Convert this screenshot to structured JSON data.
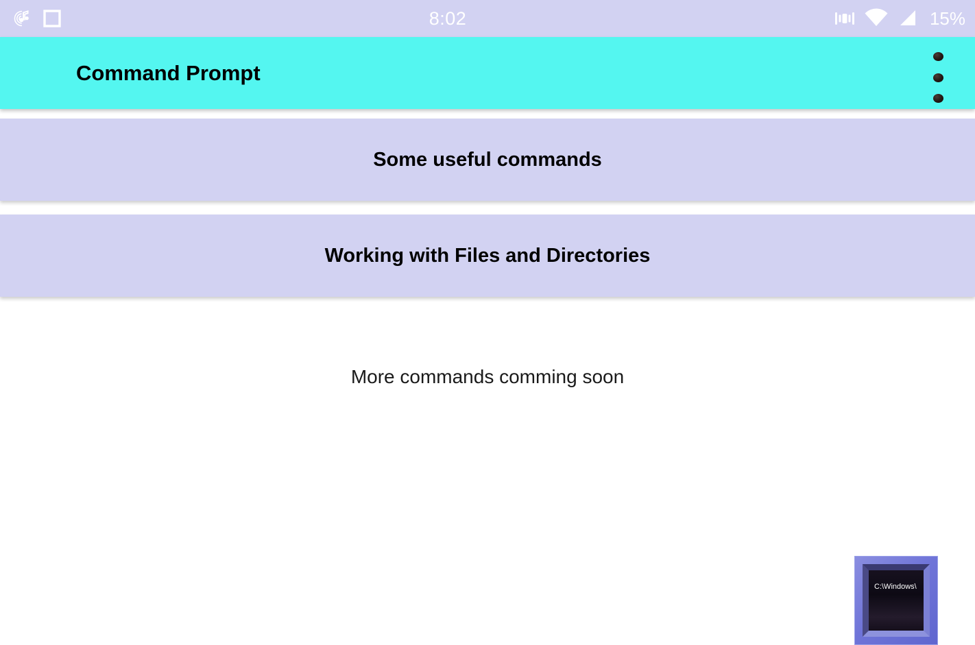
{
  "status_bar": {
    "time": "8:02",
    "battery_percent": "15%",
    "left_icons": [
      {
        "name": "music-note-icon",
        "label": "music player notification"
      },
      {
        "name": "square-outline-icon",
        "label": "app notification"
      }
    ],
    "right_icons": [
      {
        "name": "vibrate-icon",
        "label": "vibration mode"
      },
      {
        "name": "wifi-icon",
        "label": "wifi signal full"
      },
      {
        "name": "cellular-signal-icon",
        "label": "mobile signal"
      }
    ],
    "background_color": "#d2d2f2",
    "foreground_color": "#ffffff"
  },
  "app_bar": {
    "title": "Command Prompt",
    "background_color": "#54f6f0",
    "title_color": "#000000",
    "overflow_menu": {
      "name": "overflow-menu-icon",
      "dot_count": 3
    }
  },
  "main": {
    "cards": [
      {
        "label": "Some useful commands"
      },
      {
        "label": "Working with Files and Directories"
      }
    ],
    "card_background_color": "#d2d2f2",
    "footer_text": "More commands comming soon",
    "cmd_icon": {
      "name": "command-prompt-icon",
      "screen_text": "C:\\Windows\\",
      "frame_color": "#6f74d8"
    }
  }
}
